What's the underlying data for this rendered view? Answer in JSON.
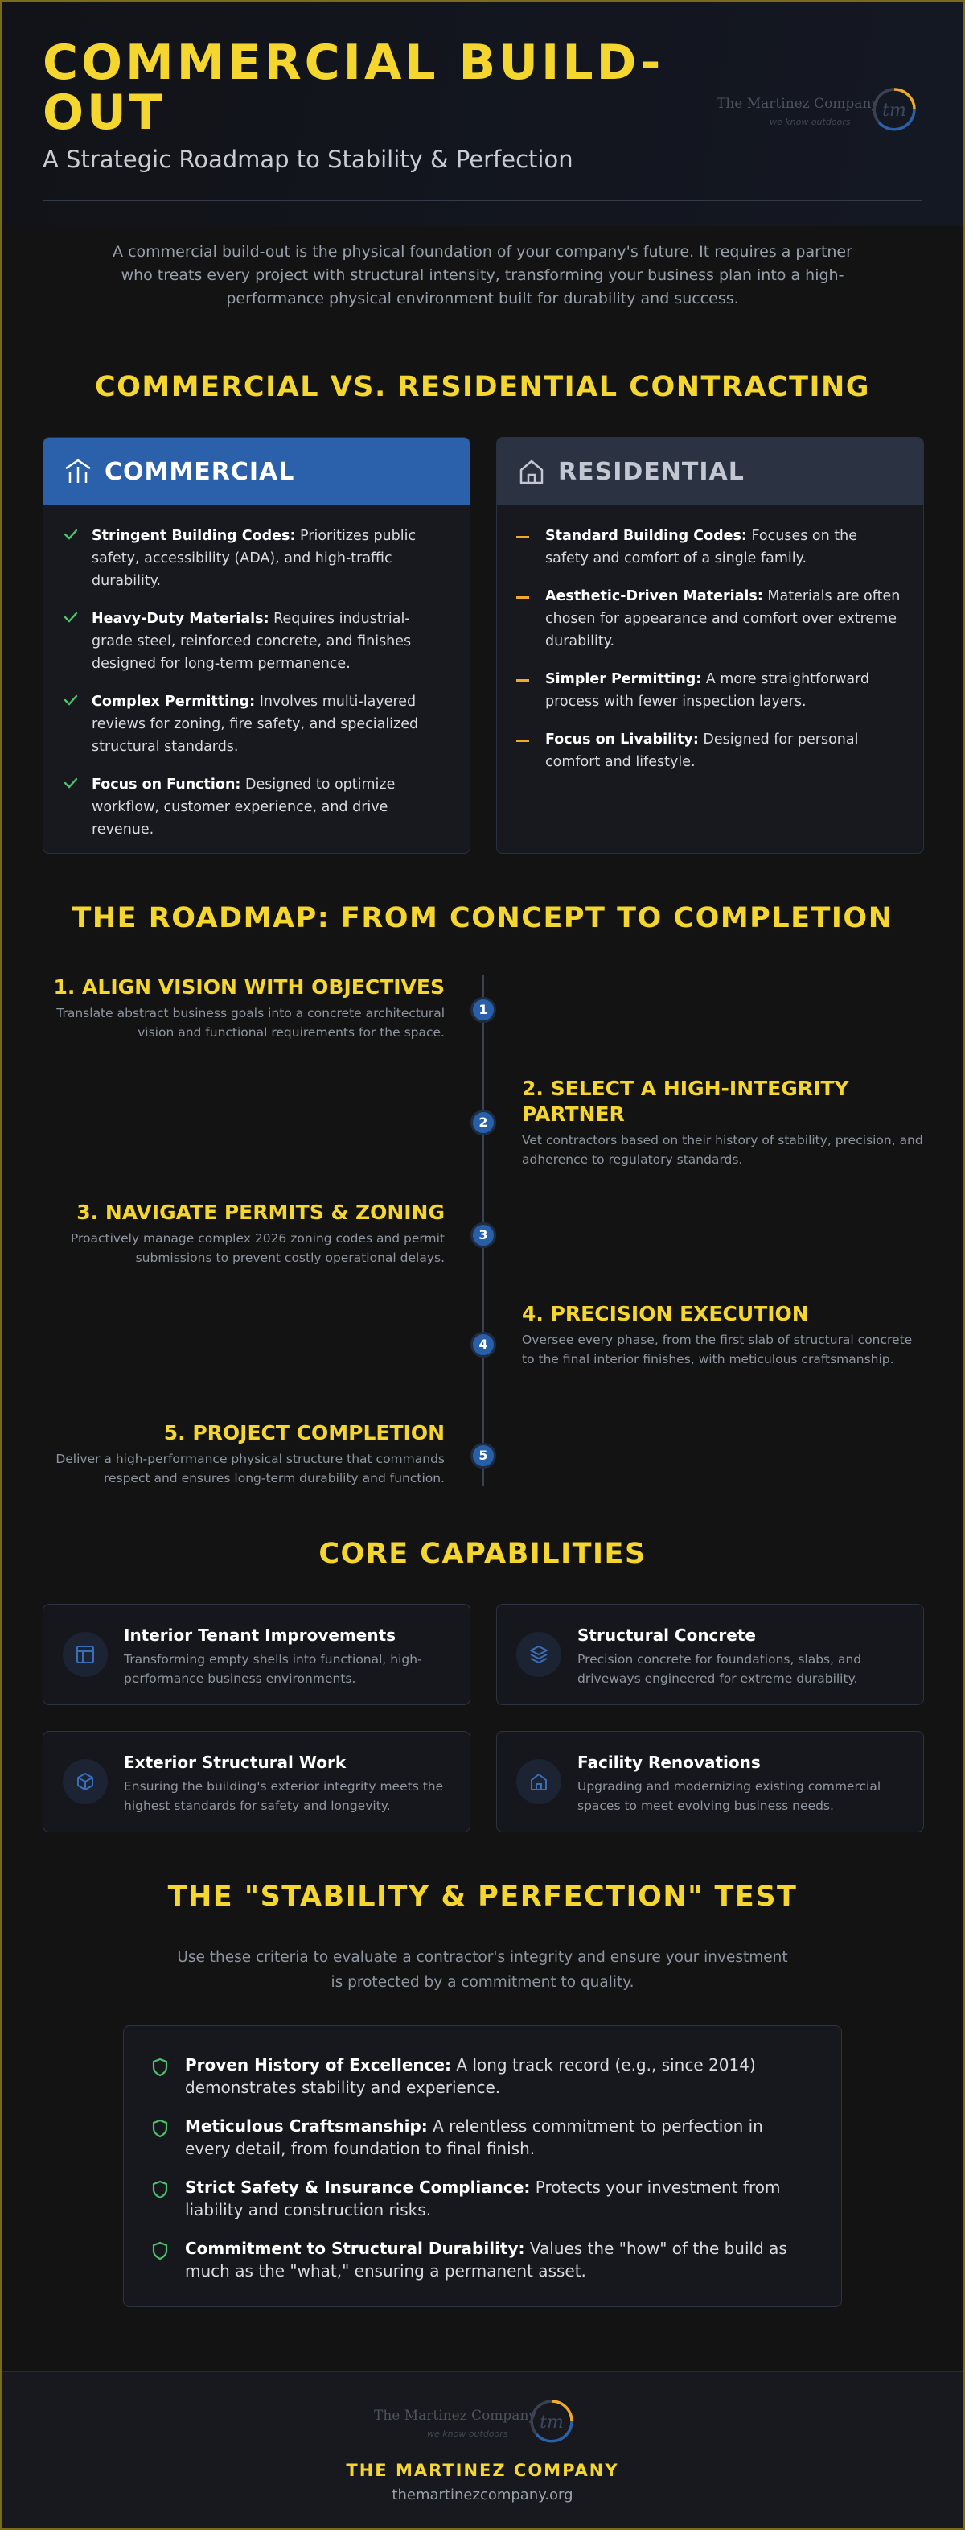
{
  "header": {
    "title": "COMMERCIAL BUILD-OUT",
    "subtitle": "A Strategic Roadmap to Stability & Perfection",
    "logo_text": "The Martinez Company",
    "logo_tagline": "we know outdoors",
    "logo_monogram": "tm"
  },
  "intro": "A commercial build-out is the physical foundation of your company's future. It requires a partner who treats every project with structural intensity, transforming your business plan into a high-performance physical environment built for durability and success.",
  "comparison": {
    "title": "COMMERCIAL VS. RESIDENTIAL CONTRACTING",
    "commercial": {
      "label": "COMMERCIAL",
      "items": [
        {
          "term": "Stringent Building Codes:",
          "text": " Prioritizes public safety, accessibility (ADA), and high-traffic durability."
        },
        {
          "term": "Heavy-Duty Materials:",
          "text": " Requires industrial-grade steel, reinforced concrete, and finishes designed for long-term permanence."
        },
        {
          "term": "Complex Permitting:",
          "text": " Involves multi-layered reviews for zoning, fire safety, and specialized structural standards."
        },
        {
          "term": "Focus on Function:",
          "text": " Designed to optimize workflow, customer experience, and drive revenue."
        }
      ]
    },
    "residential": {
      "label": "RESIDENTIAL",
      "items": [
        {
          "term": "Standard Building Codes:",
          "text": " Focuses on the safety and comfort of a single family."
        },
        {
          "term": "Aesthetic-Driven Materials:",
          "text": " Materials are often chosen for appearance and comfort over extreme durability."
        },
        {
          "term": "Simpler Permitting:",
          "text": " A more straightforward process with fewer inspection layers."
        },
        {
          "term": "Focus on Livability:",
          "text": " Designed for personal comfort and lifestyle."
        }
      ]
    }
  },
  "roadmap": {
    "title": "THE ROADMAP: FROM CONCEPT TO COMPLETION",
    "steps": [
      {
        "num": "1",
        "title": "1. ALIGN VISION WITH OBJECTIVES",
        "desc": "Translate abstract business goals into a concrete architectural vision and functional requirements for the space."
      },
      {
        "num": "2",
        "title": "2. SELECT A HIGH-INTEGRITY PARTNER",
        "desc": "Vet contractors based on their history of stability, precision, and adherence to regulatory standards."
      },
      {
        "num": "3",
        "title": "3. NAVIGATE PERMITS & ZONING",
        "desc": "Proactively manage complex 2026 zoning codes and permit submissions to prevent costly operational delays."
      },
      {
        "num": "4",
        "title": "4. PRECISION EXECUTION",
        "desc": "Oversee every phase, from the first slab of structural concrete to the final interior finishes, with meticulous craftsmanship."
      },
      {
        "num": "5",
        "title": "5. PROJECT COMPLETION",
        "desc": "Deliver a high-performance physical structure that commands respect and ensures long-term durability and function."
      }
    ]
  },
  "capabilities": {
    "title": "CORE CAPABILITIES",
    "items": [
      {
        "icon": "layout-icon",
        "title": "Interior Tenant Improvements",
        "desc": "Transforming empty shells into functional, high-performance business environments."
      },
      {
        "icon": "layers-icon",
        "title": "Structural Concrete",
        "desc": "Precision concrete for foundations, slabs, and driveways engineered for extreme durability."
      },
      {
        "icon": "cube-icon",
        "title": "Exterior Structural Work",
        "desc": "Ensuring the building's exterior integrity meets the highest standards for safety and longevity."
      },
      {
        "icon": "home-icon",
        "title": "Facility Renovations",
        "desc": "Upgrading and modernizing existing commercial spaces to meet evolving business needs."
      }
    ]
  },
  "test": {
    "title": "THE \"STABILITY & PERFECTION\" TEST",
    "intro": "Use these criteria to evaluate a contractor's integrity and ensure your investment is protected by a commitment to quality.",
    "items": [
      {
        "term": "Proven History of Excellence:",
        "text": " A long track record (e.g., since 2014) demonstrates stability and experience."
      },
      {
        "term": "Meticulous Craftsmanship:",
        "text": " A relentless commitment to perfection in every detail, from foundation to final finish."
      },
      {
        "term": "Strict Safety & Insurance Compliance:",
        "text": " Protects your investment from liability and construction risks."
      },
      {
        "term": "Commitment to Structural Durability:",
        "text": " Values the \"how\" of the build as much as the \"what,\" ensuring a permanent asset."
      }
    ]
  },
  "footer": {
    "logo_text": "The Martinez Company",
    "logo_tagline": "we know outdoors",
    "logo_monogram": "tm",
    "company": "THE MARTINEZ COMPANY",
    "url": "themartinezcompany.org"
  },
  "colors": {
    "accent": "#f5d62e",
    "commercial_blue": "#2b60aa",
    "check_green": "#4cc46a",
    "dash_orange": "#f0a92b"
  }
}
